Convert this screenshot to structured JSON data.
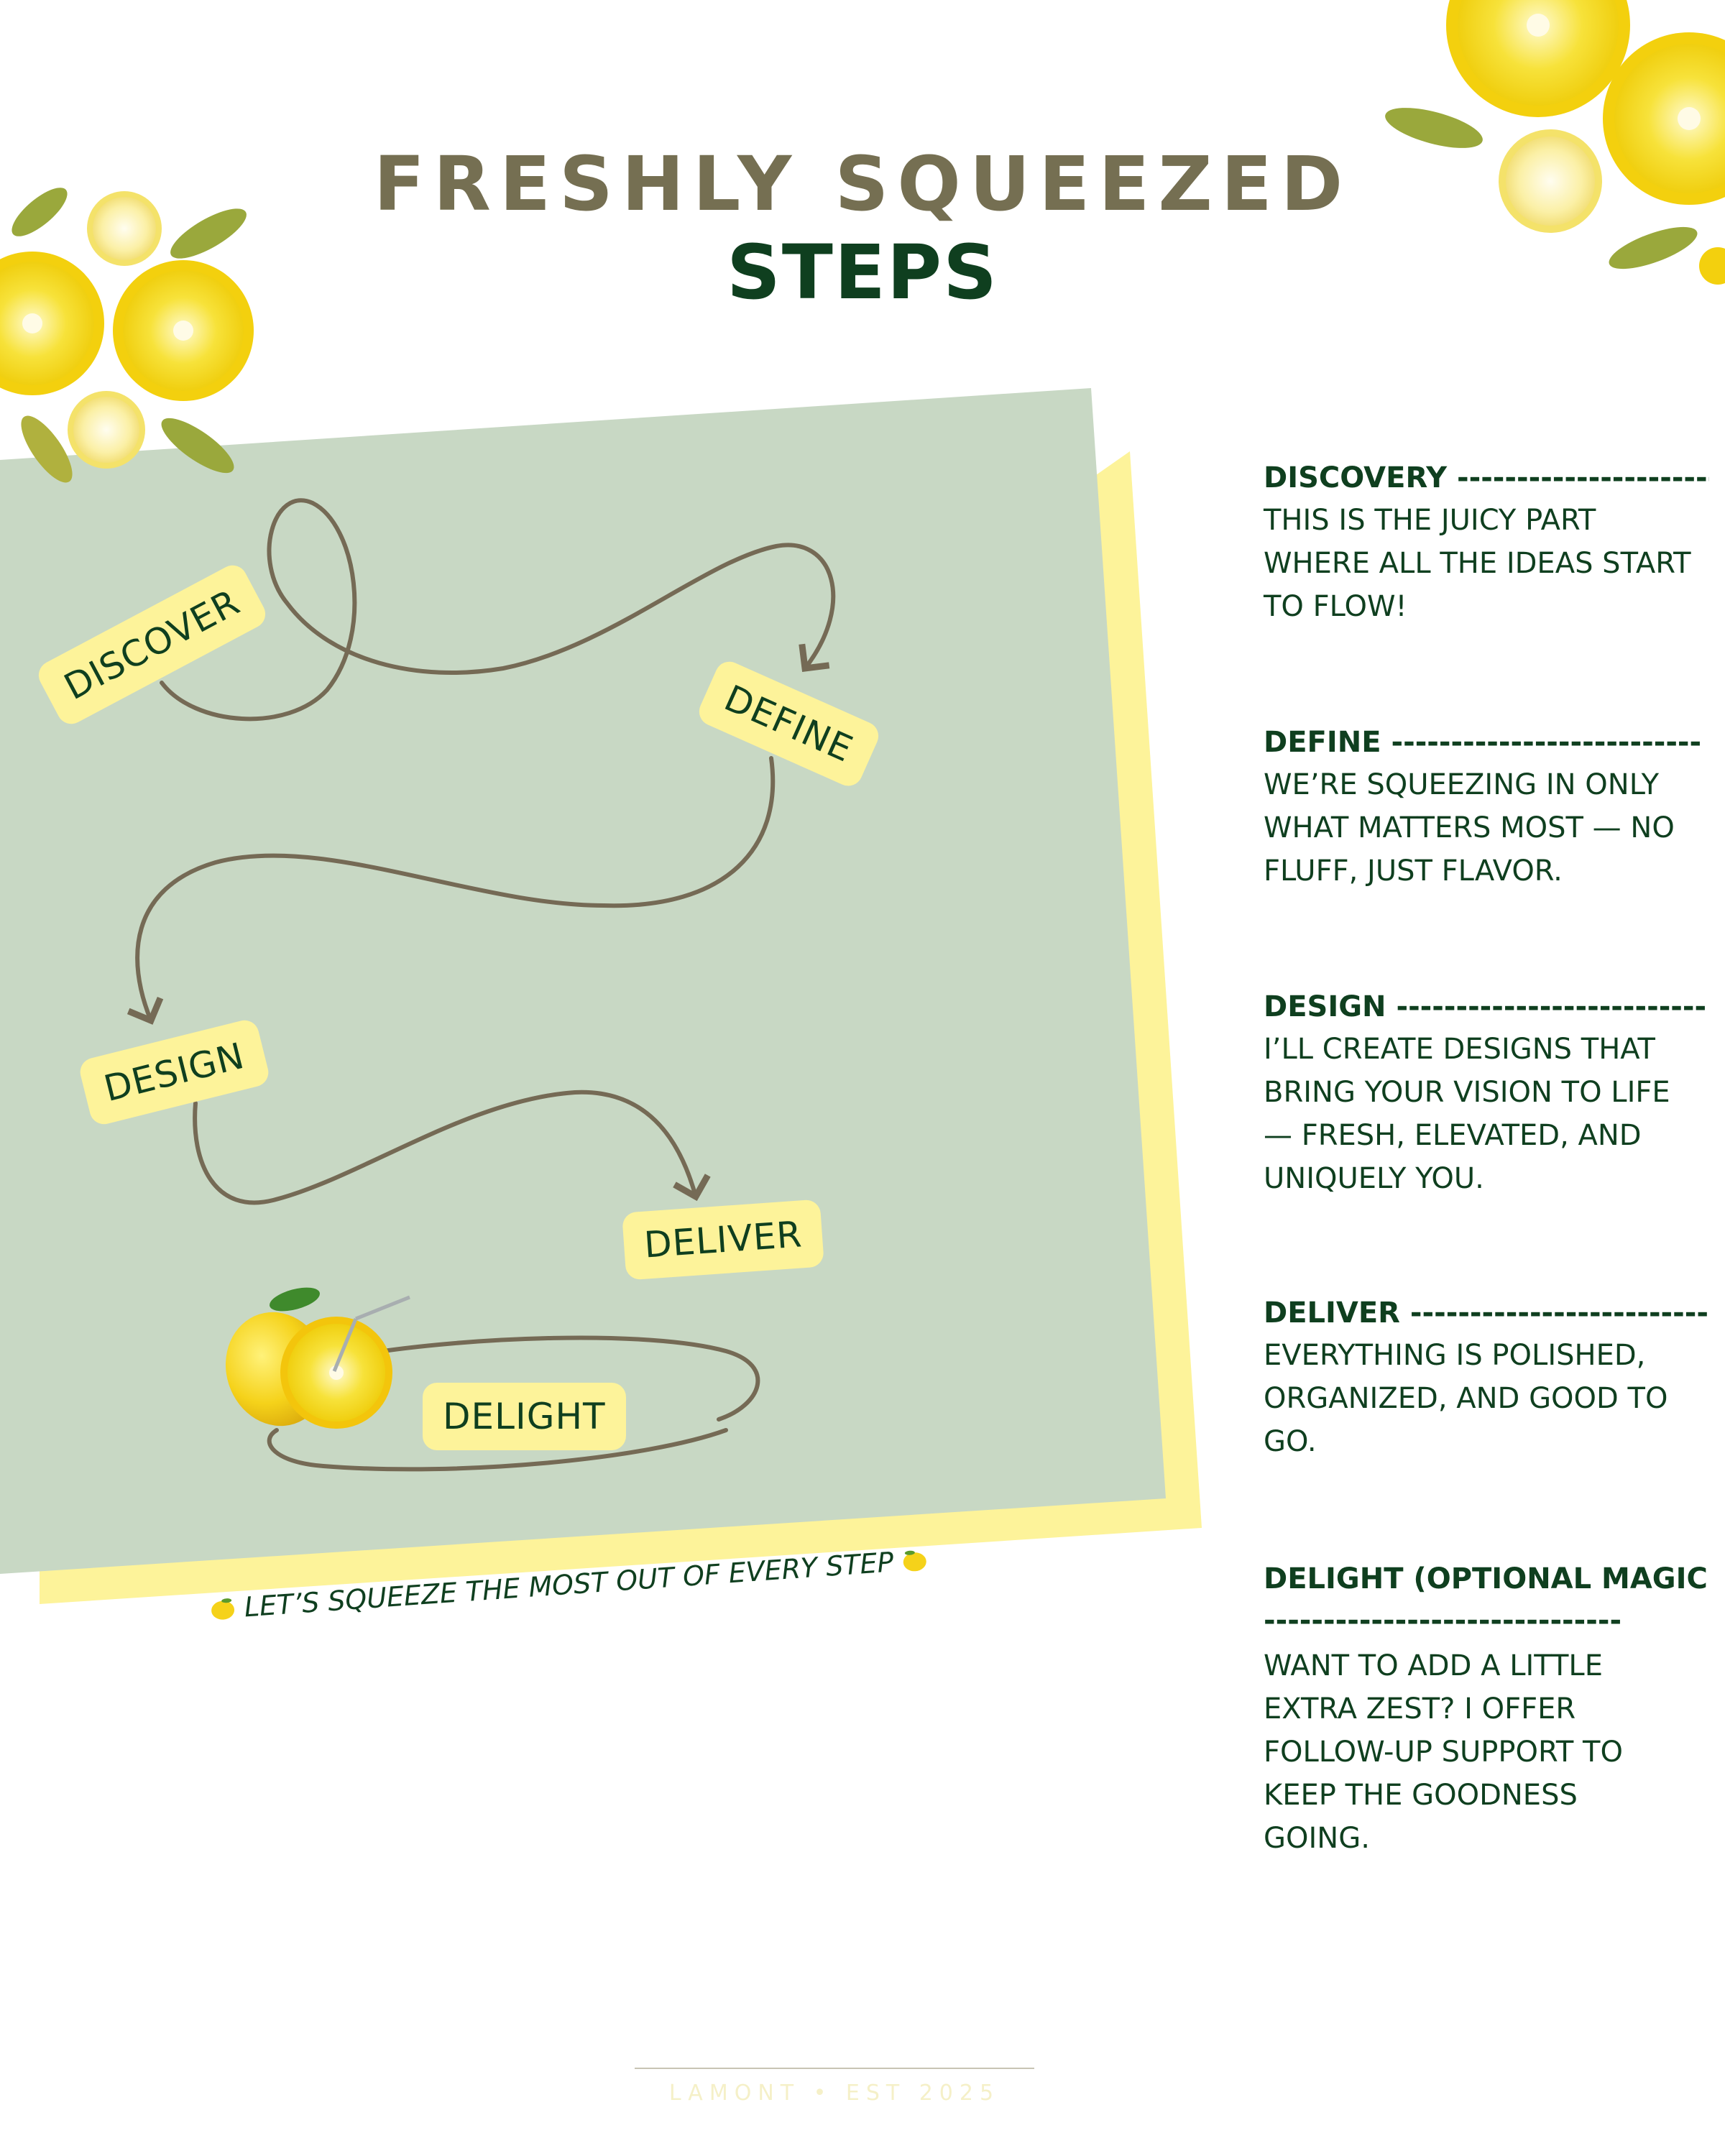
{
  "header": {
    "title_line1": "FRESHLY SQUEEZED",
    "title_line2": "STEPS"
  },
  "flow": {
    "tags": {
      "discover": "DISCOVER",
      "define": "DEFINE",
      "design": "DESIGN",
      "deliver": "DELIVER",
      "delight": "DELIGHT"
    },
    "caption": "LET’S SQUEEZE THE MOST OUT OF EVERY STEP"
  },
  "steps": [
    {
      "title": "DISCOVERY",
      "dashes": "----------------------",
      "description": "THIS IS THE JUICY PART\nWHERE ALL THE IDEAS START\nTO FLOW!"
    },
    {
      "title": "DEFINE",
      "dashes": "--------------------------",
      "description": "WE’RE SQUEEZING IN ONLY\nWHAT MATTERS MOST — NO\nFLUFF, JUST FLAVOR."
    },
    {
      "title": "DESIGN",
      "dashes": "--------------------------",
      "description": "I’LL CREATE DESIGNS THAT\nBRING YOUR VISION TO LIFE\n— FRESH, ELEVATED, AND\nUNIQUELY YOU."
    },
    {
      "title": "DELIVER",
      "dashes": "-------------------------",
      "description": "EVERYTHING IS POLISHED,\nORGANIZED, AND GOOD TO\nGO."
    },
    {
      "title": "DELIGHT (OPTIONAL MAGIC)",
      "dashes": "--------------------------------",
      "description": "WANT TO ADD A LITTLE\nEXTRA ZEST? I OFFER\nFOLLOW-UP SUPPORT TO\nKEEP THE GOODNESS\nGOING."
    }
  ],
  "footer": {
    "text": "LAMONT • EST 2025"
  },
  "colors": {
    "title_olive": "#756f52",
    "title_green": "#0f3f1f",
    "panel_green": "#c8d8c4",
    "panel_yellow": "#fdf39a",
    "tag_yellow": "#fdf39a",
    "line_brown": "#756a55",
    "lemon_yellow": "#f7d81a"
  }
}
